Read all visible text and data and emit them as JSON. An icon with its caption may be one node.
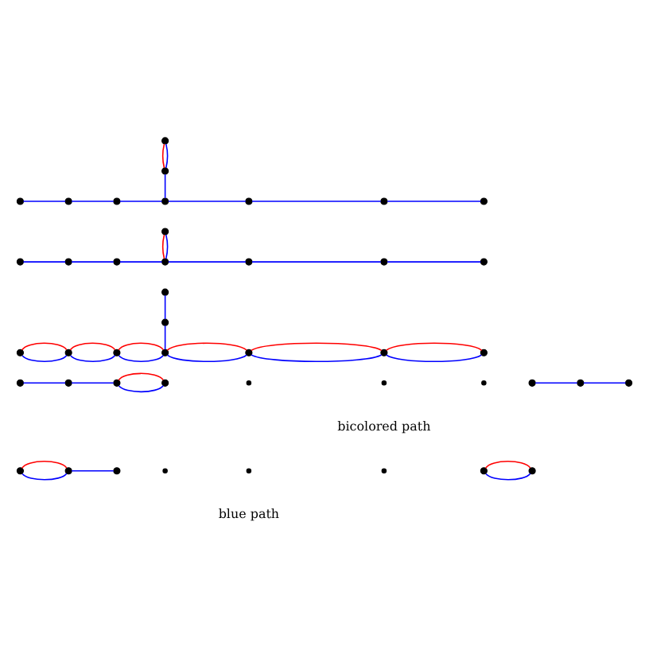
{
  "diagram": {
    "nodes": [
      {
        "text": [],
        "shape": "circle"
      },
      {
        "text": [],
        "shape": "circle"
      },
      {
        "text": [],
        "shape": "circle"
      },
      {
        "text": [],
        "shape": "dot"
      },
      {
        "text": [],
        "shape": "dot"
      },
      {
        "text": [],
        "shape": "dot"
      },
      {
        "text": [],
        "shape": "circle"
      },
      {
        "text": [],
        "shape": "circle"
      },
      {
        "text": [],
        "shape": "circle"
      },
      {
        "text": [],
        "shape": "circle"
      },
      {
        "text": [],
        "shape": "circle"
      },
      {
        "text": [],
        "shape": "circle"
      },
      {
        "text": [],
        "shape": "dot"
      },
      {
        "text": [],
        "shape": "dot"
      },
      {
        "text": [],
        "shape": "dot"
      },
      {
        "text": [],
        "shape": "circle"
      },
      {
        "text": [],
        "shape": "circle"
      },
      {
        "text": [],
        "shape": "circle"
      },
      {
        "text": [],
        "shape": "circle"
      },
      {
        "text": [],
        "shape": "circle"
      },
      {
        "text": [],
        "shape": "circle"
      },
      {
        "text": [],
        "shape": "circle"
      },
      {
        "text": [],
        "shape": "circle"
      },
      {
        "text": [],
        "shape": "circle"
      },
      {
        "text": [],
        "shape": "circle"
      },
      {
        "text": [],
        "shape": "circle"
      },
      {
        "text": [],
        "shape": "circle"
      },
      {
        "text": [],
        "shape": "circle"
      },
      {
        "text": [],
        "shape": "circle"
      },
      {
        "text": [],
        "shape": "circle"
      },
      {
        "text": [],
        "shape": "circle"
      },
      {
        "text": [],
        "shape": "circle"
      },
      {
        "text": [],
        "shape": "circle"
      },
      {
        "text": [],
        "shape": "circle"
      },
      {
        "text": [],
        "shape": "circle"
      },
      {
        "text": [],
        "shape": "circle"
      },
      {
        "text": [],
        "shape": "circle"
      },
      {
        "text": [],
        "shape": "circle"
      },
      {
        "text": [],
        "shape": "circle"
      },
      {
        "text": [],
        "shape": "circle"
      },
      {
        "text": [],
        "shape": "circle"
      },
      {
        "text": [],
        "shape": "circle"
      },
      {
        "text": [],
        "shape": "circle"
      },
      {
        "text": [],
        "shape": "circle"
      }
    ],
    "edges": [
      {
        "from": 0,
        "to": 1,
        "arrow": "none"
      },
      {
        "from": 0,
        "to": 1,
        "arrow": "none",
        "color": "#ff0000"
      },
      {
        "from": 1,
        "to": 2,
        "arrow": "none"
      },
      {
        "from": 6,
        "to": 7,
        "arrow": "none"
      },
      {
        "from": 6,
        "to": 7,
        "arrow": "none",
        "color": "#ff0000"
      },
      {
        "from": 8,
        "to": 9,
        "arrow": "none"
      },
      {
        "from": 9,
        "to": 10,
        "arrow": "none"
      },
      {
        "from": 10,
        "to": 11,
        "arrow": "none"
      },
      {
        "from": 10,
        "to": 11,
        "arrow": "none",
        "color": "#ff0000"
      },
      {
        "from": 15,
        "to": 16,
        "arrow": "none"
      },
      {
        "from": 16,
        "to": 17,
        "arrow": "none"
      },
      {
        "from": 18,
        "to": 19,
        "arrow": "none"
      },
      {
        "from": 19,
        "to": 23,
        "arrow": "none"
      },
      {
        "from": 20,
        "to": 21,
        "arrow": "none"
      },
      {
        "from": 20,
        "to": 21,
        "arrow": "none",
        "color": "#ff0000"
      },
      {
        "from": 21,
        "to": 22,
        "arrow": "none"
      },
      {
        "from": 21,
        "to": 22,
        "arrow": "none",
        "color": "#ff0000"
      },
      {
        "from": 22,
        "to": 23,
        "arrow": "none"
      },
      {
        "from": 22,
        "to": 23,
        "arrow": "none",
        "color": "#ff0000"
      },
      {
        "from": 23,
        "to": 24,
        "arrow": "none"
      },
      {
        "from": 23,
        "to": 24,
        "arrow": "none",
        "color": "#ff0000"
      },
      {
        "from": 24,
        "to": 25,
        "arrow": "none"
      },
      {
        "from": 24,
        "to": 25,
        "arrow": "none",
        "color": "#ff0000"
      },
      {
        "from": 25,
        "to": 26,
        "arrow": "none"
      },
      {
        "from": 25,
        "to": 26,
        "arrow": "none",
        "color": "#ff0000"
      },
      {
        "from": 27,
        "to": 31,
        "arrow": "none"
      },
      {
        "from": 27,
        "to": 31,
        "arrow": "none",
        "color": "#ff0000"
      },
      {
        "from": 28,
        "to": 29,
        "arrow": "none"
      },
      {
        "from": 29,
        "to": 30,
        "arrow": "none"
      },
      {
        "from": 30,
        "to": 31,
        "arrow": "none"
      },
      {
        "from": 31,
        "to": 32,
        "arrow": "none"
      },
      {
        "from": 32,
        "to": 33,
        "arrow": "none"
      },
      {
        "from": 33,
        "to": 34,
        "arrow": "none"
      },
      {
        "from": 35,
        "to": 36,
        "arrow": "none"
      },
      {
        "from": 35,
        "to": 36,
        "arrow": "none",
        "color": "#ff0000"
      },
      {
        "from": 36,
        "to": 40,
        "arrow": "none"
      },
      {
        "from": 37,
        "to": 38,
        "arrow": "none"
      },
      {
        "from": 38,
        "to": 39,
        "arrow": "none"
      },
      {
        "from": 39,
        "to": 40,
        "arrow": "none"
      },
      {
        "from": 40,
        "to": 41,
        "arrow": "none"
      },
      {
        "from": 41,
        "to": 42,
        "arrow": "none"
      },
      {
        "from": 42,
        "to": 43,
        "arrow": "none"
      }
    ],
    "labels": [
      "blue path",
      "bicolored path"
    ]
  }
}
